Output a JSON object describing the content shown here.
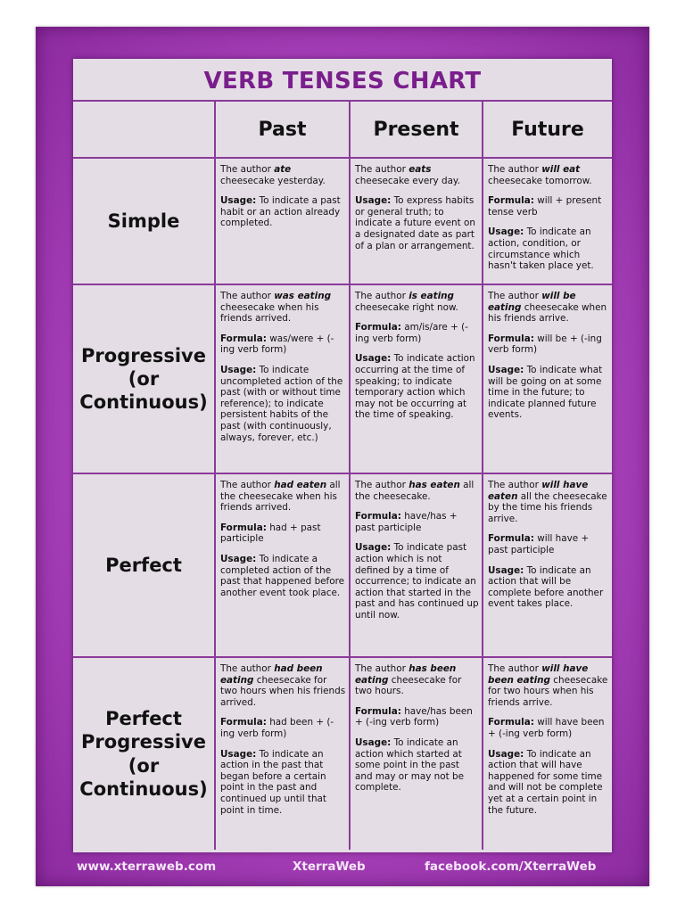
{
  "title": "VERB TENSES CHART",
  "columns": [
    "Past",
    "Present",
    "Future"
  ],
  "rows": [
    {
      "label_lines": [
        "Simple"
      ],
      "cells": [
        [
          {
            "text": [
              {
                "t": "The author "
              },
              {
                "t": "ate",
                "s": "i"
              },
              {
                "t": " cheesecake yesterday."
              }
            ]
          },
          {
            "text": [
              {
                "t": "Usage:",
                "s": "b"
              },
              {
                "t": " To indicate a past habit or an action already completed."
              }
            ]
          }
        ],
        [
          {
            "text": [
              {
                "t": "The author "
              },
              {
                "t": "eats",
                "s": "i"
              },
              {
                "t": " cheesecake every day."
              }
            ]
          },
          {
            "text": [
              {
                "t": "Usage:",
                "s": "b"
              },
              {
                "t": " To express habits or general truth; to indicate a future event on a designated date as part of a plan or arrangement."
              }
            ]
          }
        ],
        [
          {
            "text": [
              {
                "t": "The author "
              },
              {
                "t": "will eat",
                "s": "i"
              },
              {
                "t": " cheesecake tomorrow."
              }
            ]
          },
          {
            "text": [
              {
                "t": "Formula:",
                "s": "b"
              },
              {
                "t": " will + present tense verb"
              }
            ]
          },
          {
            "text": [
              {
                "t": "Usage:",
                "s": "b"
              },
              {
                "t": " To indicate an action, condition, or circumstance which hasn't taken place yet."
              }
            ]
          }
        ]
      ]
    },
    {
      "label_lines": [
        "Progressive",
        "(or",
        "Continuous)"
      ],
      "cells": [
        [
          {
            "text": [
              {
                "t": "The author "
              },
              {
                "t": "was eating",
                "s": "i"
              },
              {
                "t": " cheesecake when his friends arrived."
              }
            ]
          },
          {
            "text": [
              {
                "t": "Formula:",
                "s": "b"
              },
              {
                "t": " was/were + (-ing verb form)"
              }
            ]
          },
          {
            "text": [
              {
                "t": "Usage:",
                "s": "b"
              },
              {
                "t": " To indicate uncompleted action of the past (with or without time reference); to indicate persistent habits of the past (with continuously, always, forever, etc.)"
              }
            ]
          }
        ],
        [
          {
            "text": [
              {
                "t": "The author "
              },
              {
                "t": "is eating",
                "s": "i"
              },
              {
                "t": " cheesecake right now."
              }
            ]
          },
          {
            "text": [
              {
                "t": "Formula:",
                "s": "b"
              },
              {
                "t": " am/is/are + (-ing verb form)"
              }
            ]
          },
          {
            "text": [
              {
                "t": "Usage:",
                "s": "b"
              },
              {
                "t": " To indicate action occurring at the time of speaking; to indicate temporary action which may not be occurring at the time of speaking."
              }
            ]
          }
        ],
        [
          {
            "text": [
              {
                "t": "The author "
              },
              {
                "t": "will be eating",
                "s": "i"
              },
              {
                "t": " cheesecake when his friends arrive."
              }
            ]
          },
          {
            "text": [
              {
                "t": "Formula:",
                "s": "b"
              },
              {
                "t": " will be + (-ing verb form)"
              }
            ]
          },
          {
            "text": [
              {
                "t": "Usage:",
                "s": "b"
              },
              {
                "t": " To indicate what will be going on at some time in the future; to indicate planned future events."
              }
            ]
          }
        ]
      ]
    },
    {
      "label_lines": [
        "Perfect"
      ],
      "cells": [
        [
          {
            "text": [
              {
                "t": "The author "
              },
              {
                "t": "had eaten",
                "s": "i"
              },
              {
                "t": " all the cheesecake when his friends arrived."
              }
            ]
          },
          {
            "text": [
              {
                "t": "Formula:",
                "s": "b"
              },
              {
                "t": " had + past participle"
              }
            ]
          },
          {
            "text": [
              {
                "t": "Usage:",
                "s": "b"
              },
              {
                "t": " To indicate a completed action of the past that happened before another event took place."
              }
            ]
          }
        ],
        [
          {
            "text": [
              {
                "t": "The author "
              },
              {
                "t": "has eaten",
                "s": "i"
              },
              {
                "t": " all the cheesecake."
              }
            ]
          },
          {
            "text": [
              {
                "t": "Formula:",
                "s": "b"
              },
              {
                "t": " have/has + past participle"
              }
            ]
          },
          {
            "text": [
              {
                "t": "Usage:",
                "s": "b"
              },
              {
                "t": " To indicate past action which is not defined by a time of occurrence; to indicate an action that started in the past and has continued up until now."
              }
            ]
          }
        ],
        [
          {
            "text": [
              {
                "t": "The author "
              },
              {
                "t": "will have eaten",
                "s": "i"
              },
              {
                "t": " all the cheesecake by the time his friends arrive."
              }
            ]
          },
          {
            "text": [
              {
                "t": "Formula:",
                "s": "b"
              },
              {
                "t": " will have + past participle"
              }
            ]
          },
          {
            "text": [
              {
                "t": "Usage:",
                "s": "b"
              },
              {
                "t": " To indicate an action that will be complete before another event takes place."
              }
            ]
          }
        ]
      ]
    },
    {
      "label_lines": [
        "Perfect",
        "Progressive",
        "(or",
        "Continuous)"
      ],
      "cells": [
        [
          {
            "text": [
              {
                "t": "The author "
              },
              {
                "t": "had been eating",
                "s": "i"
              },
              {
                "t": " cheesecake for two hours when his friends arrived."
              }
            ]
          },
          {
            "text": [
              {
                "t": "Formula:",
                "s": "b"
              },
              {
                "t": " had been + (-ing verb form)"
              }
            ]
          },
          {
            "text": [
              {
                "t": "Usage:",
                "s": "b"
              },
              {
                "t": " To indicate an action in the past that began before a certain point in the past and continued up until that point in time."
              }
            ]
          }
        ],
        [
          {
            "text": [
              {
                "t": "The author "
              },
              {
                "t": "has been eating",
                "s": "i"
              },
              {
                "t": " cheesecake for two hours."
              }
            ]
          },
          {
            "text": [
              {
                "t": "Formula:",
                "s": "b"
              },
              {
                "t": " have/has been + (-ing verb form)"
              }
            ]
          },
          {
            "text": [
              {
                "t": "Usage:",
                "s": "b"
              },
              {
                "t": " To indicate an action which started at some point in the past and may or may not be complete."
              }
            ]
          }
        ],
        [
          {
            "text": [
              {
                "t": "The author "
              },
              {
                "t": "will have been eating",
                "s": "i"
              },
              {
                "t": " cheesecake for two hours when his friends arrive."
              }
            ]
          },
          {
            "text": [
              {
                "t": "Formula:",
                "s": "b"
              },
              {
                "t": " will have been + (-ing verb form)"
              }
            ]
          },
          {
            "text": [
              {
                "t": "Usage:",
                "s": "b"
              },
              {
                "t": " To indicate an action that will have happened for some time and will not be complete yet at a certain point in the future."
              }
            ]
          }
        ]
      ]
    }
  ],
  "footer": {
    "website": "www.xterraweb.com",
    "brand": "XterraWeb",
    "facebook": "facebook.com/XterraWeb"
  }
}
